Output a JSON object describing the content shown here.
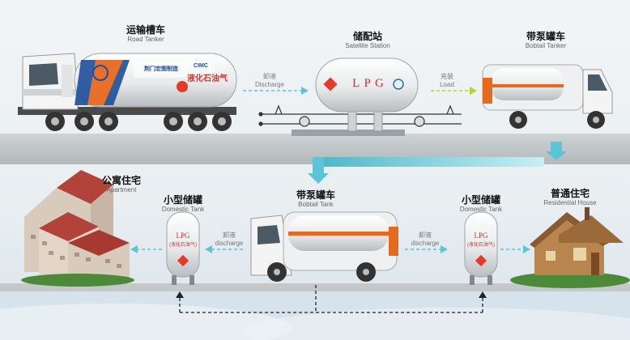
{
  "labels": {
    "road_tanker_cn": "运输槽车",
    "road_tanker_en": "Road Tanker",
    "station_cn": "储配站",
    "station_en": "Satellite Station",
    "bobtail_top_cn": "带泵罐车",
    "bobtail_top_en": "Bobtail Tanker",
    "apartment_cn": "公寓住宅",
    "apartment_en": "Apartment",
    "tank_left_cn": "小型储罐",
    "tank_left_en": "Domestic Tank",
    "bobtail_bottom_cn": "带泵罐车",
    "bobtail_bottom_en": "Bobtail Tank",
    "tank_right_cn": "小型储罐",
    "tank_right_en": "Domestic Tank",
    "house_cn": "普通住宅",
    "house_en": "Residential House"
  },
  "flows": {
    "discharge_top_cn": "卸液",
    "discharge_top_en": "Discharge",
    "load_cn": "充装",
    "load_en": "Load",
    "discharge_left_cn": "卸液",
    "discharge_left_en": "discharge",
    "discharge_right_cn": "卸液",
    "discharge_right_en": "discharge"
  },
  "tank_text": {
    "station_tank": "L P G",
    "domestic_tank": "LPG",
    "domestic_tank_sub": "(液化石油气)",
    "road_tanker_brand": "液化石油气",
    "road_tanker_company": "荆门宏图制造",
    "road_tanker_cimc": "CIMC"
  },
  "colors": {
    "accent_cyan": "#5bc4d6",
    "accent_green": "#b5d334",
    "ground": "#bfc3c5",
    "tank_band": "#e46a1f"
  }
}
